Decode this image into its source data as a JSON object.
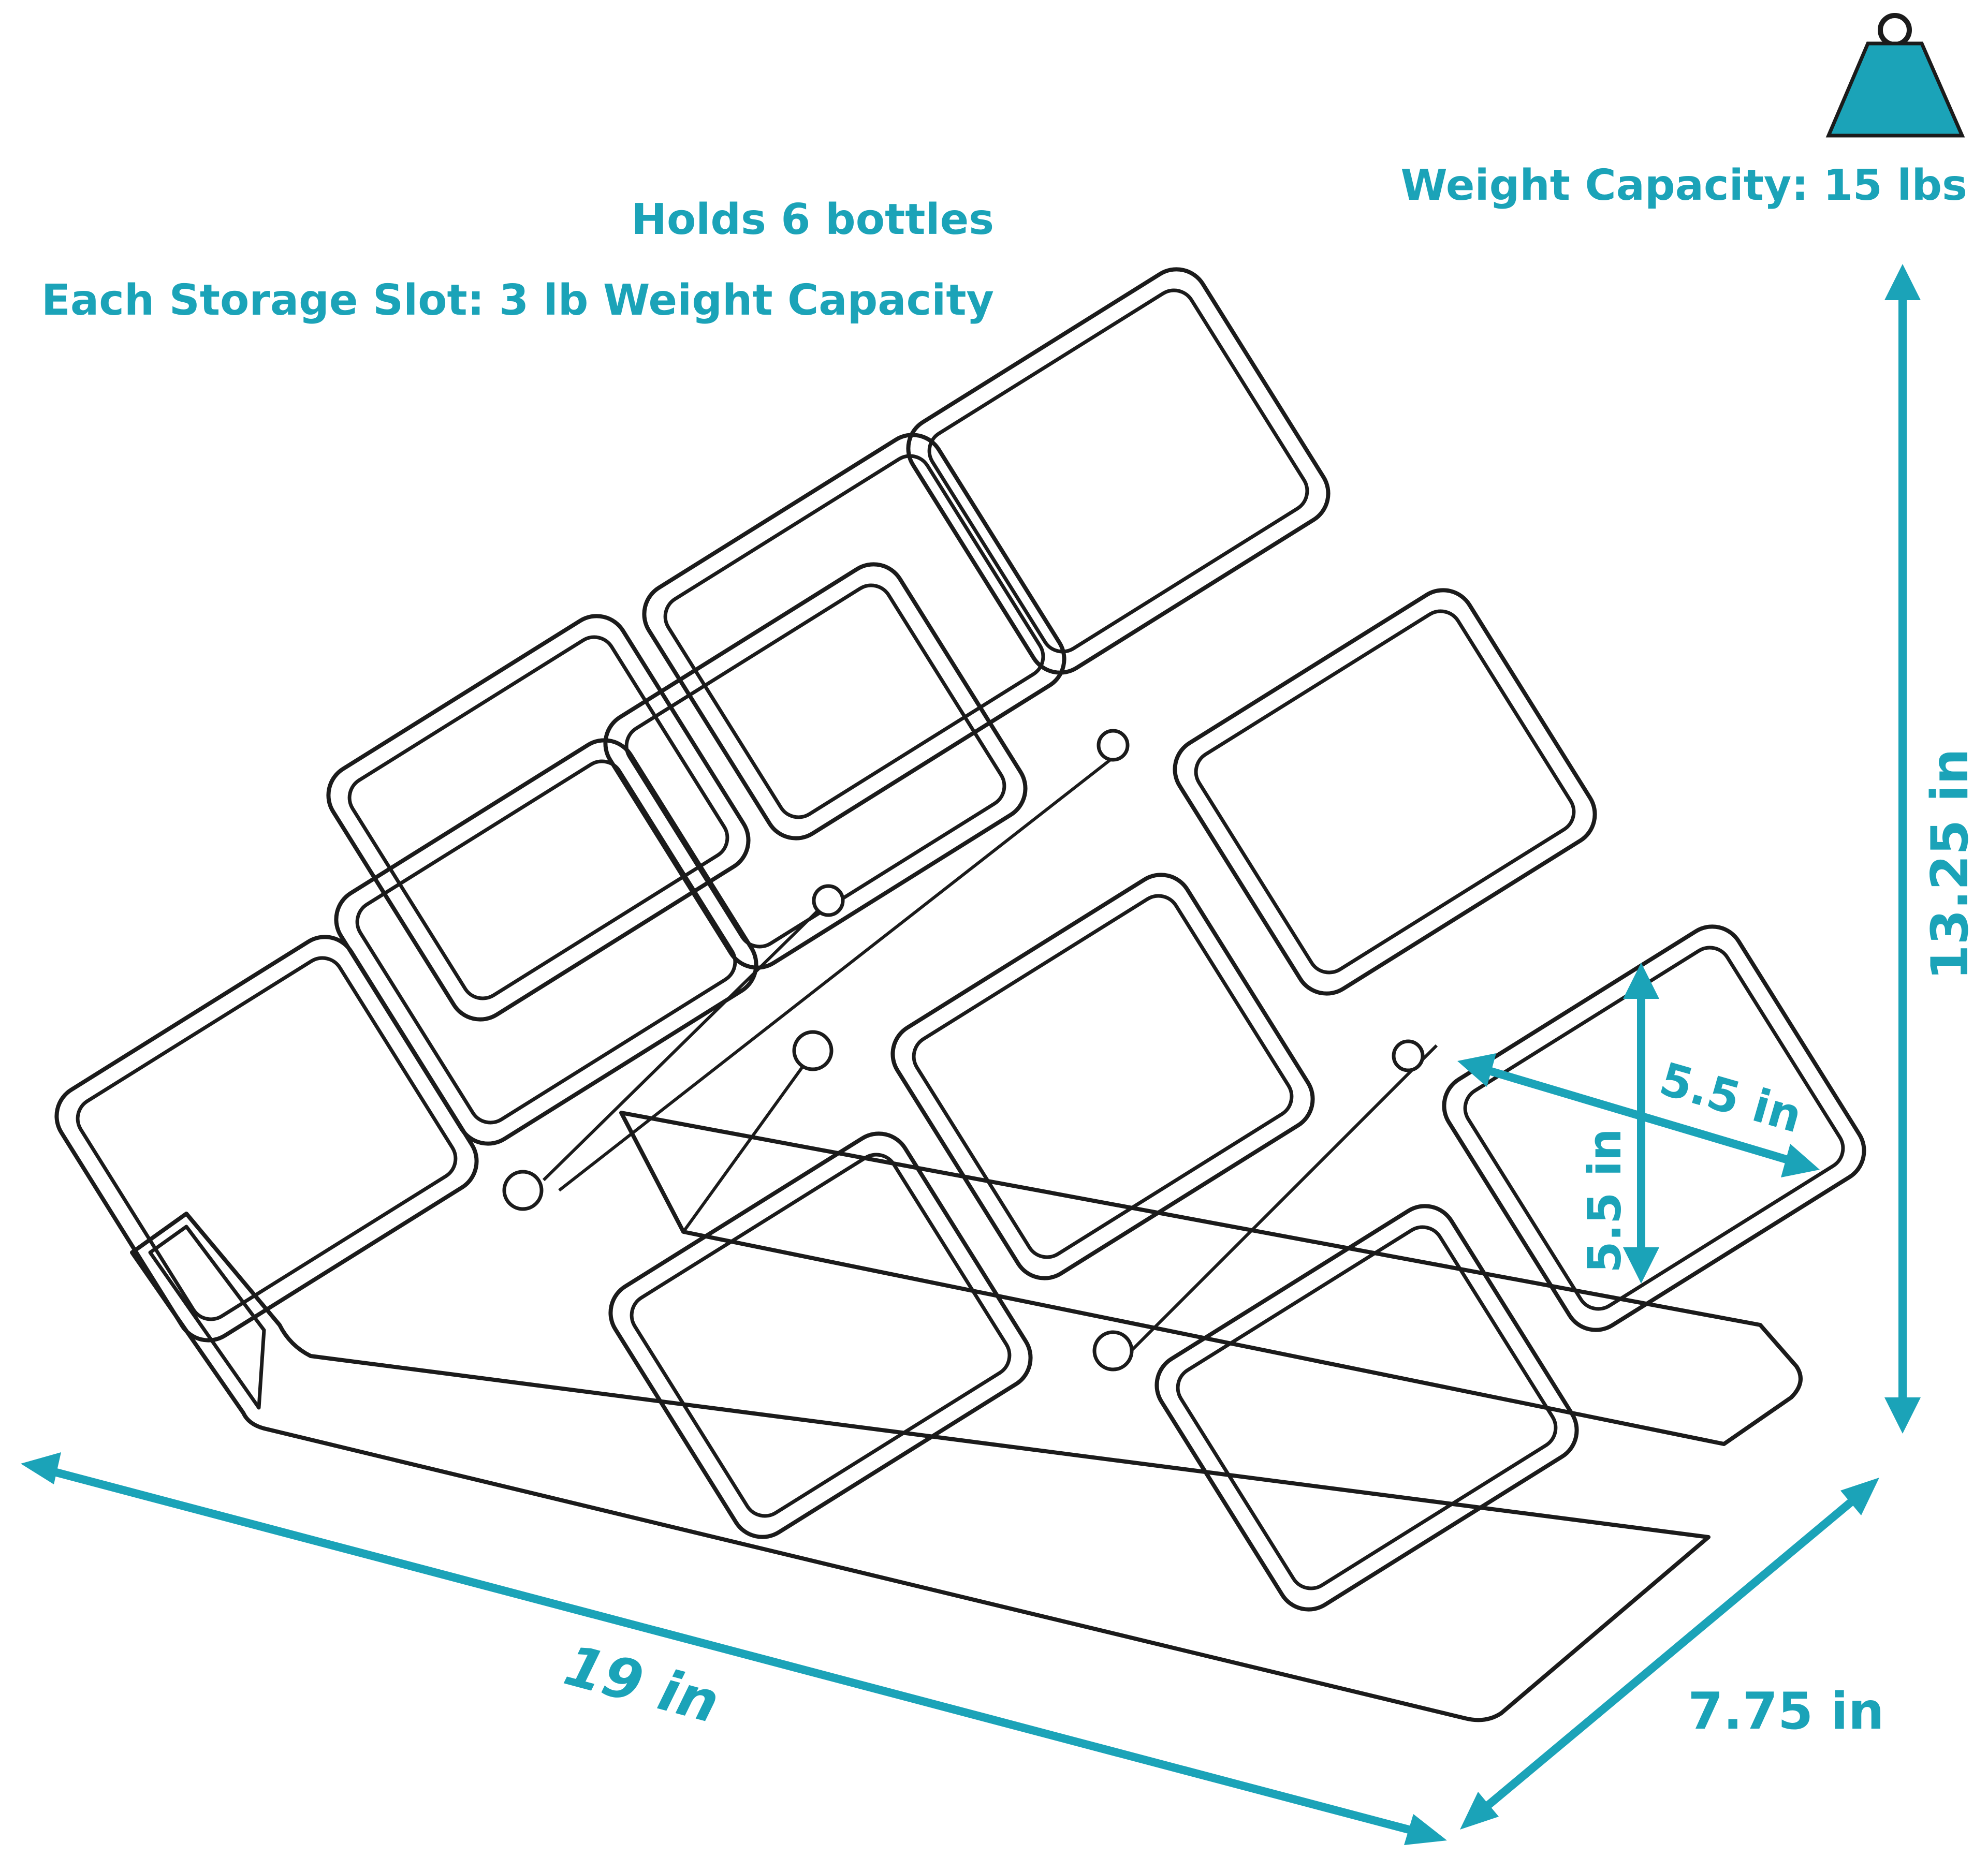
{
  "header": {
    "holds": "Holds 6 bottles",
    "slot_capacity": "Each Storage Slot: 3 lb Weight Capacity",
    "weight_capacity": "Weight Capacity: 15 lbs"
  },
  "dimensions": {
    "width": "19 in",
    "depth": "7.75 in",
    "height": "13.25 in",
    "slot_width": "5.5 in",
    "slot_height": "5.5 in"
  },
  "icons": {
    "weight": "weight-icon"
  },
  "colors": {
    "accent": "#1ba3b8",
    "line": "#1b1b1b"
  }
}
